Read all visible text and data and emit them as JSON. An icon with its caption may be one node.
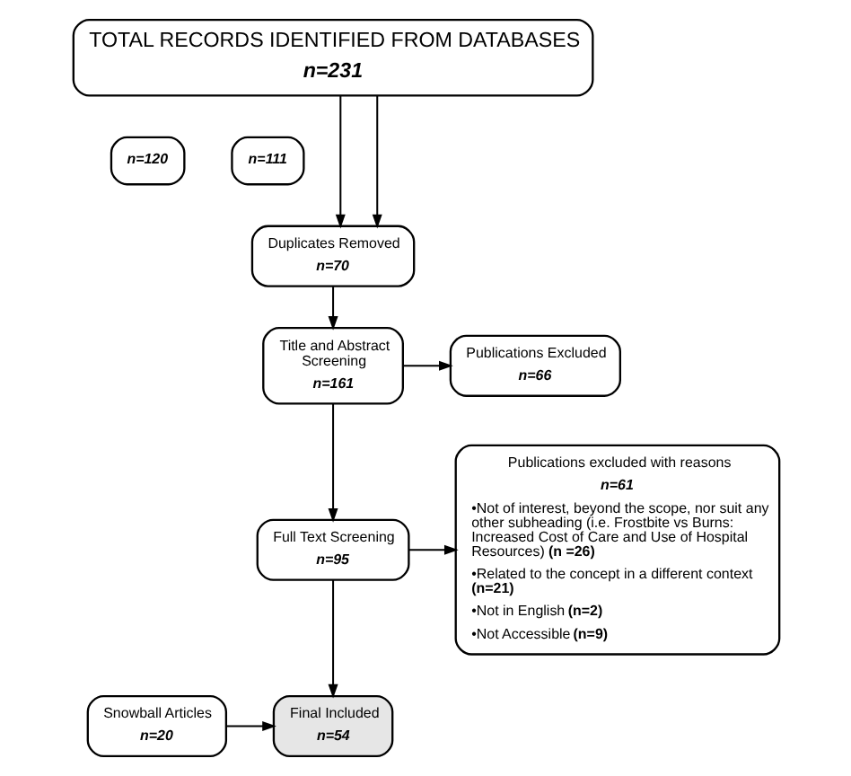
{
  "diagram": {
    "nodes": [
      {
        "text": [
          "TOTAL RECORDS IDENTIFIED FROM DATABASES",
          "n=231"
        ]
      },
      {
        "text": [
          "n=120"
        ]
      },
      {
        "text": [
          "n=111"
        ]
      },
      {
        "text": [
          "Duplicates Removed",
          "n=70"
        ]
      },
      {
        "text": [
          "Publications Excluded",
          "n=66"
        ]
      },
      {
        "text": [
          "Title and Abstract Screening",
          "n=161"
        ]
      },
      {
        "text": [
          "Publications excluded with reasons",
          "n=61",
          "•Not of interest, beyond the scope, nor suit any other subheading (i.e. Frostbite vs Burns: Increased Cost of Care and Use of Hospital Resources) **(n =26)**",
          "•Related to the concept in a different context **(n=21)**",
          "•Not in English **(n=2)**",
          "•Not Accessible **(n=9)**"
        ]
      },
      {
        "text": [
          "Full Text Screening",
          "n=95"
        ]
      },
      {
        "text": [
          "Snowball Articles",
          "n=20"
        ]
      },
      {
        "text": [
          "Final Included",
          "n=54"
        ]
      }
    ],
    "edges": [
      {
        "from": 0,
        "to": 3,
        "arrow": "to"
      },
      {
        "from": 0,
        "to": 3,
        "arrow": "to"
      },
      {
        "from": 3,
        "to": 5,
        "arrow": "to"
      },
      {
        "from": 5,
        "to": 4,
        "arrow": "to"
      },
      {
        "from": 5,
        "to": 7,
        "arrow": "to"
      },
      {
        "from": 7,
        "to": 6,
        "arrow": "to"
      },
      {
        "from": 7,
        "to": 9,
        "arrow": "to"
      },
      {
        "from": 8,
        "to": 9,
        "arrow": "to"
      }
    ]
  }
}
